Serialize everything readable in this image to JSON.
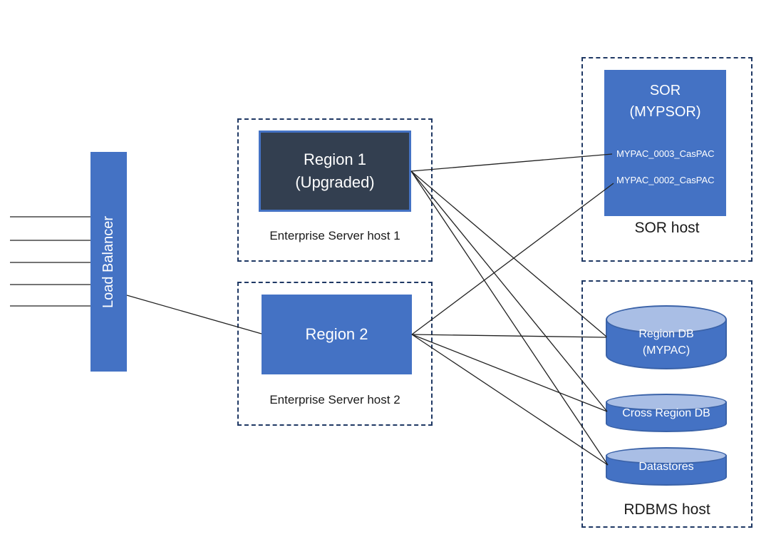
{
  "colors": {
    "accent_blue": "#4472C4",
    "dark_navy_fill": "#333F50",
    "cylinder_top": "#A9BEE5",
    "cylinder_outline": "#3A62A8",
    "dashed_border": "#1F3864",
    "connector": "#222222",
    "text_dark": "#1A1A1A",
    "text_light": "#FFFFFF"
  },
  "load_balancer": {
    "label": "Load Balancer",
    "incoming_lines": 5
  },
  "host1": {
    "caption": "Enterprise Server host 1",
    "region": {
      "line1": "Region 1",
      "line2": "(Upgraded)"
    }
  },
  "host2": {
    "caption": "Enterprise Server host 2",
    "region": {
      "line1": "Region 2"
    }
  },
  "sor_host": {
    "caption": "SOR host",
    "box": {
      "line1": "SOR",
      "line2": "(MYPSOR)",
      "entries": [
        "MYPAC_0003_CasPAC",
        "MYPAC_0002_CasPAC"
      ]
    }
  },
  "rdbms_host": {
    "caption": "RDBMS host",
    "databases": [
      {
        "line1": "Region DB",
        "line2": "(MYPAC)"
      },
      {
        "line1": "Cross Region DB"
      },
      {
        "line1": "Datastores"
      }
    ]
  },
  "connections": [
    {
      "from": "load-balancer",
      "to": "region-2"
    },
    {
      "from": "region-1",
      "to": "sor"
    },
    {
      "from": "region-1",
      "to": "region-db"
    },
    {
      "from": "region-1",
      "to": "cross-region-db"
    },
    {
      "from": "region-1",
      "to": "datastores"
    },
    {
      "from": "region-2",
      "to": "sor"
    },
    {
      "from": "region-2",
      "to": "region-db"
    },
    {
      "from": "region-2",
      "to": "cross-region-db"
    },
    {
      "from": "region-2",
      "to": "datastores"
    }
  ]
}
